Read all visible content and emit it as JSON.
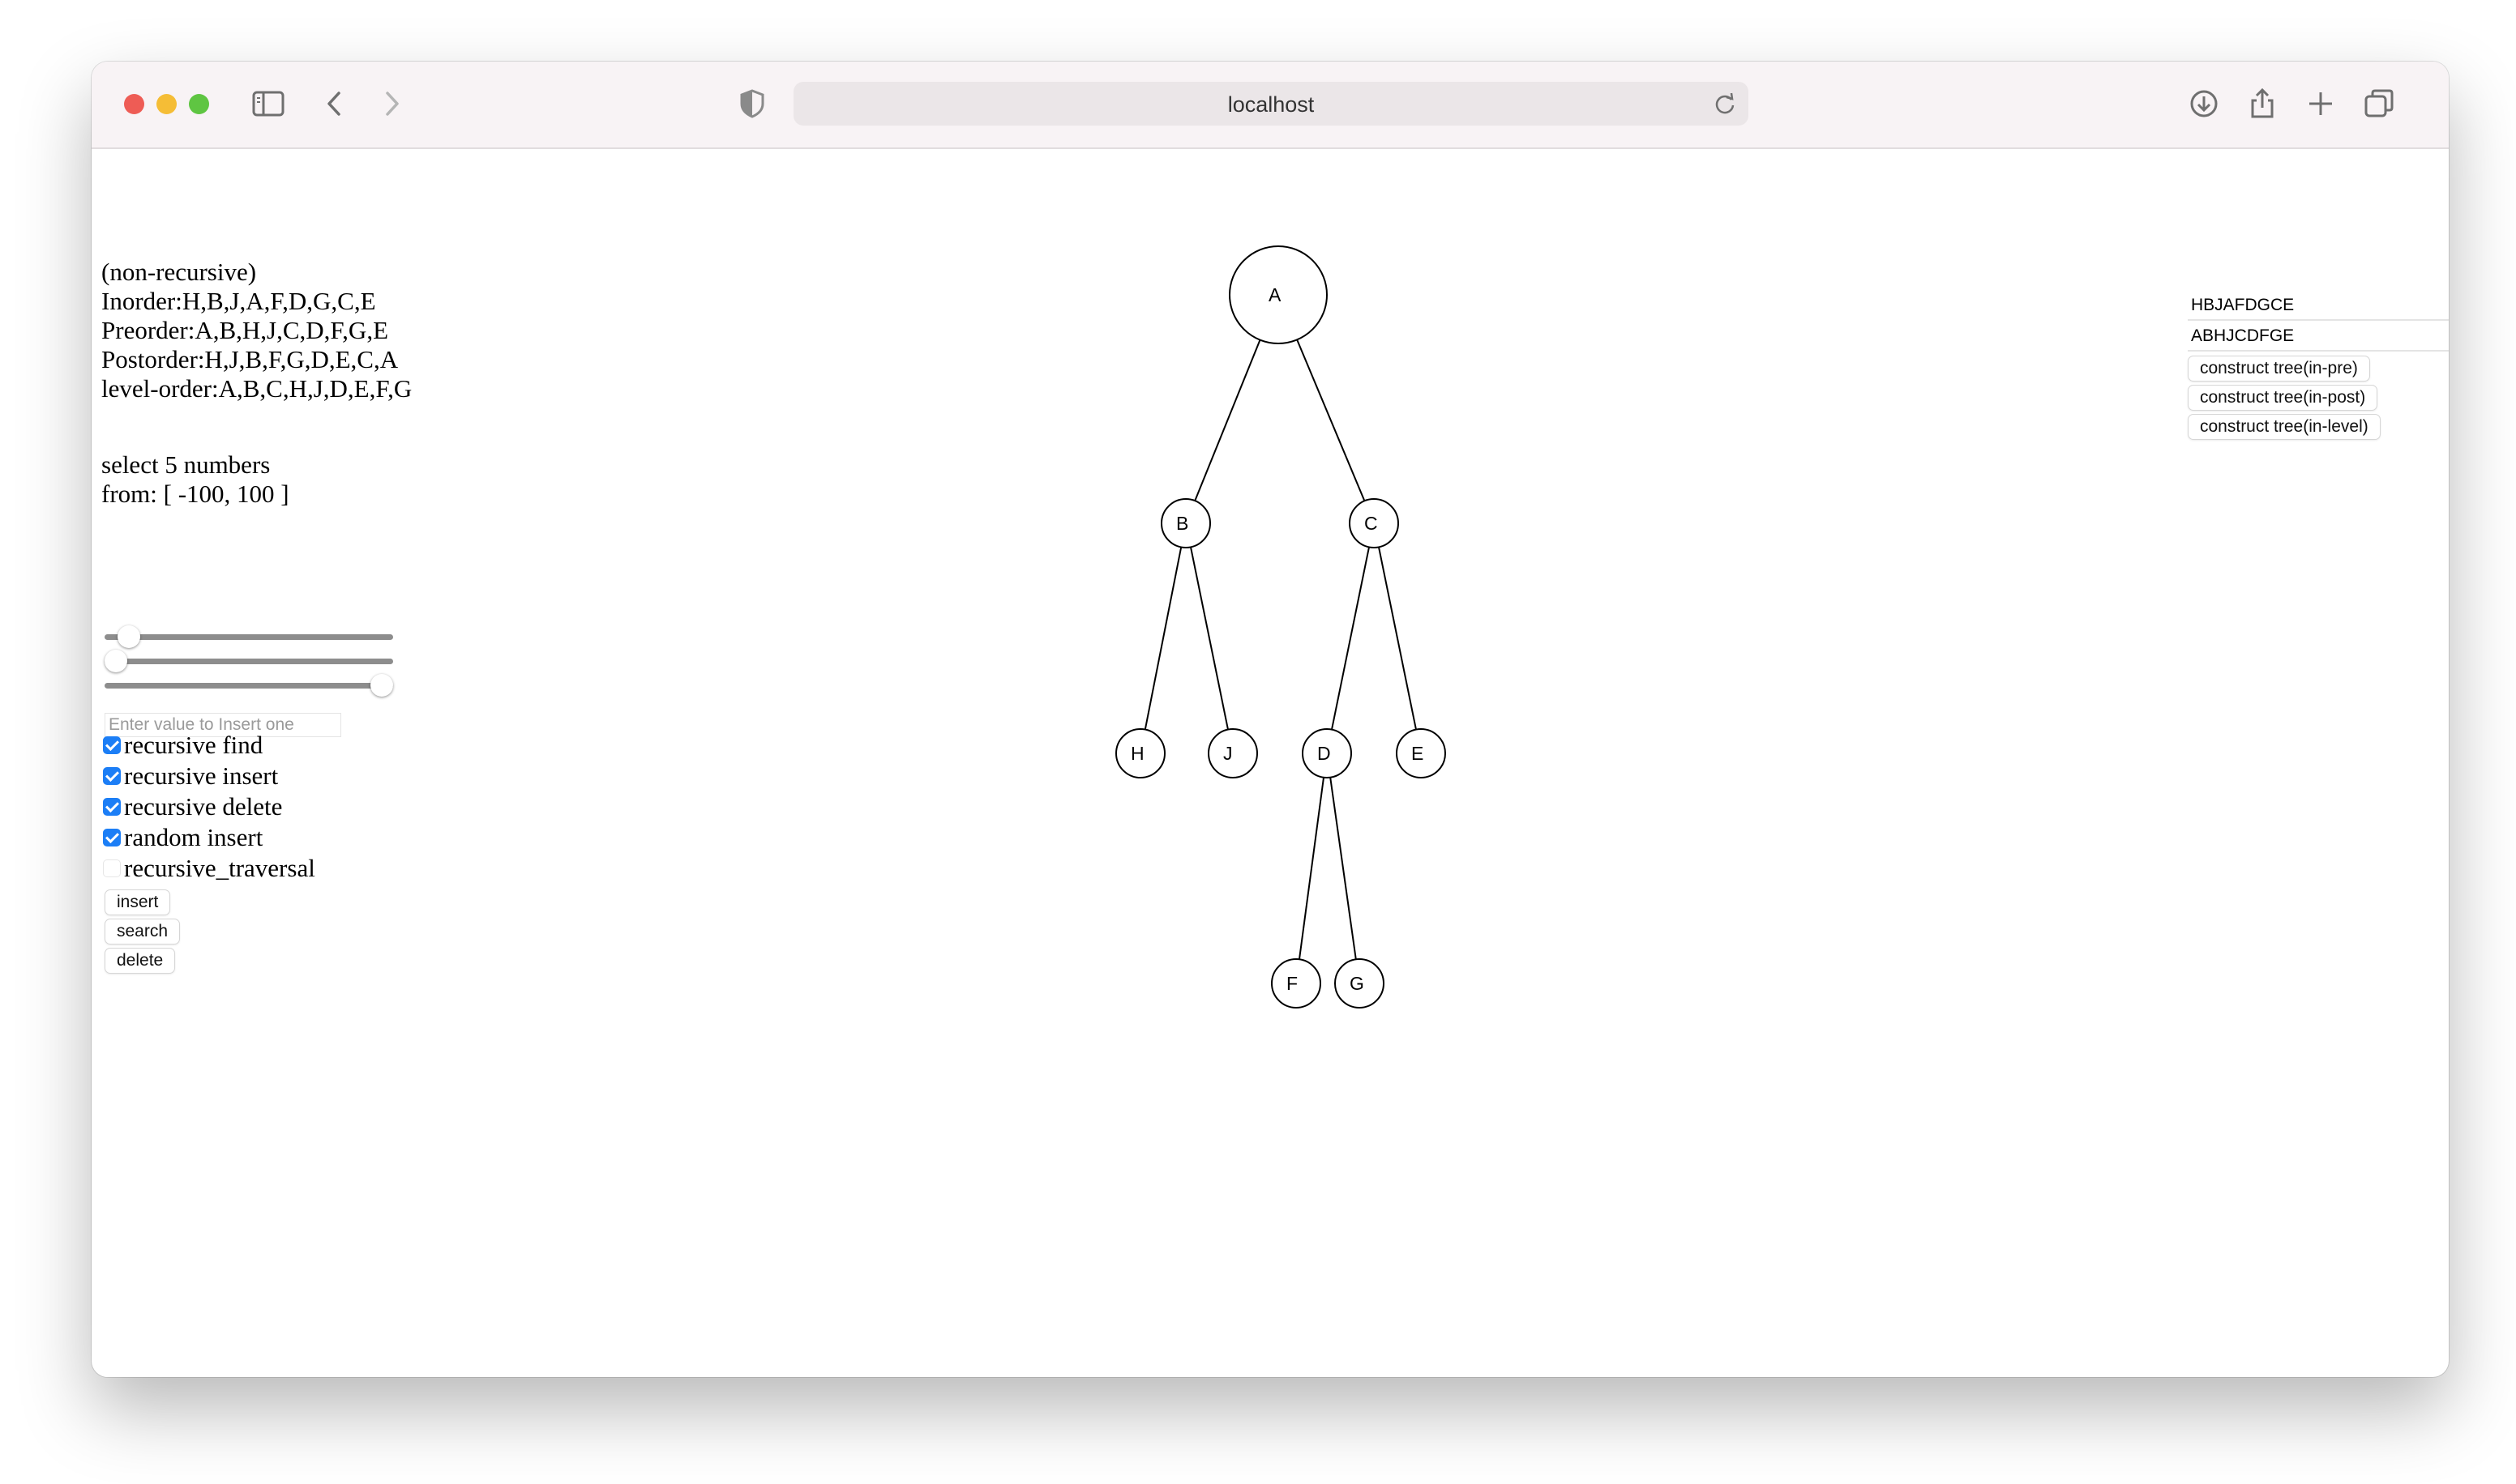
{
  "browser": {
    "url": "localhost",
    "icons": [
      "sidebar-icon",
      "back-icon",
      "forward-icon",
      "shield-icon",
      "reload-icon",
      "download-icon",
      "share-icon",
      "new-tab-icon",
      "tab-overview-icon"
    ]
  },
  "traversal": {
    "mode": "(non-recursive)",
    "inorder": "Inorder:H,B,J,A,F,D,G,C,E",
    "preorder": "Preorder:A,B,H,J,C,D,F,G,E",
    "postorder": "Postorder:H,J,B,F,G,D,E,C,A",
    "levelorder": "level-order:A,B,C,H,J,D,E,F,G"
  },
  "selection": {
    "line1": "select 5 numbers",
    "line2": "from: [ -100, 100 ]"
  },
  "sliders": [
    {
      "name": "slider-1",
      "value_fraction": 0.05
    },
    {
      "name": "slider-2",
      "value_fraction": 0.0
    },
    {
      "name": "slider-3",
      "value_fraction": 1.0
    }
  ],
  "insert_input": {
    "placeholder": "Enter value to Insert one",
    "value": ""
  },
  "options": [
    {
      "label": "recursive find",
      "checked": true
    },
    {
      "label": "recursive insert",
      "checked": true
    },
    {
      "label": "recursive delete",
      "checked": true
    },
    {
      "label": "random insert",
      "checked": true
    },
    {
      "label": "recursive_traversal",
      "checked": false
    }
  ],
  "buttons": {
    "insert": "insert",
    "search": "search",
    "delete": "delete"
  },
  "construct": {
    "input1": "HBJAFDGCE",
    "input2": "ABHJCDFGE",
    "in_pre": "construct tree(in-pre)",
    "in_post": "construct tree(in-post)",
    "in_level": "construct tree(in-level)"
  },
  "tree": {
    "nodes": [
      {
        "id": "A",
        "label": "A"
      },
      {
        "id": "B",
        "label": "B"
      },
      {
        "id": "C",
        "label": "C"
      },
      {
        "id": "H",
        "label": "H"
      },
      {
        "id": "J",
        "label": "J"
      },
      {
        "id": "D",
        "label": "D"
      },
      {
        "id": "E",
        "label": "E"
      },
      {
        "id": "F",
        "label": "F"
      },
      {
        "id": "G",
        "label": "G"
      }
    ],
    "edges": [
      [
        "A",
        "B"
      ],
      [
        "A",
        "C"
      ],
      [
        "B",
        "H"
      ],
      [
        "B",
        "J"
      ],
      [
        "C",
        "D"
      ],
      [
        "C",
        "E"
      ],
      [
        "D",
        "F"
      ],
      [
        "D",
        "G"
      ]
    ]
  }
}
